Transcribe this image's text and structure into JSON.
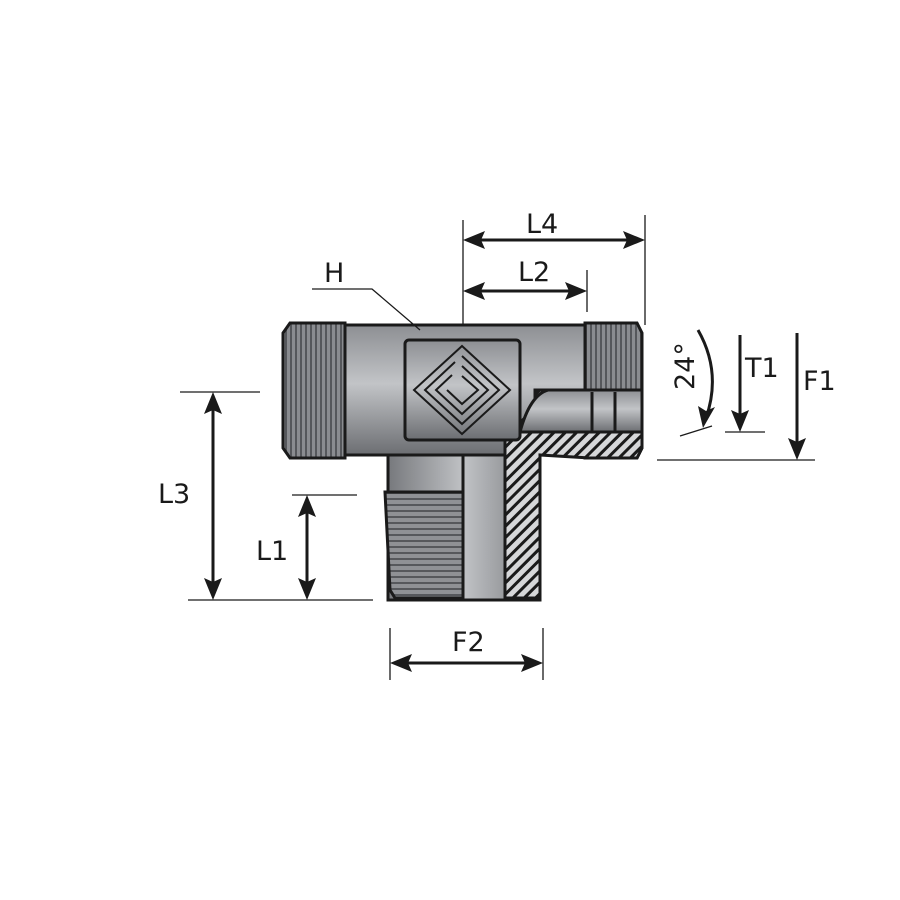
{
  "title": "Tee fitting technical drawing",
  "labels": {
    "H": "H",
    "L4": "L4",
    "L2": "L2",
    "L3": "L3",
    "L1": "L1",
    "F2": "F2",
    "T1": "T1",
    "F1": "F1",
    "angle": "24°"
  },
  "colors": {
    "line": "#1a1a1a",
    "body_light": "#b4b6b9",
    "body_dark": "#6e7074"
  }
}
